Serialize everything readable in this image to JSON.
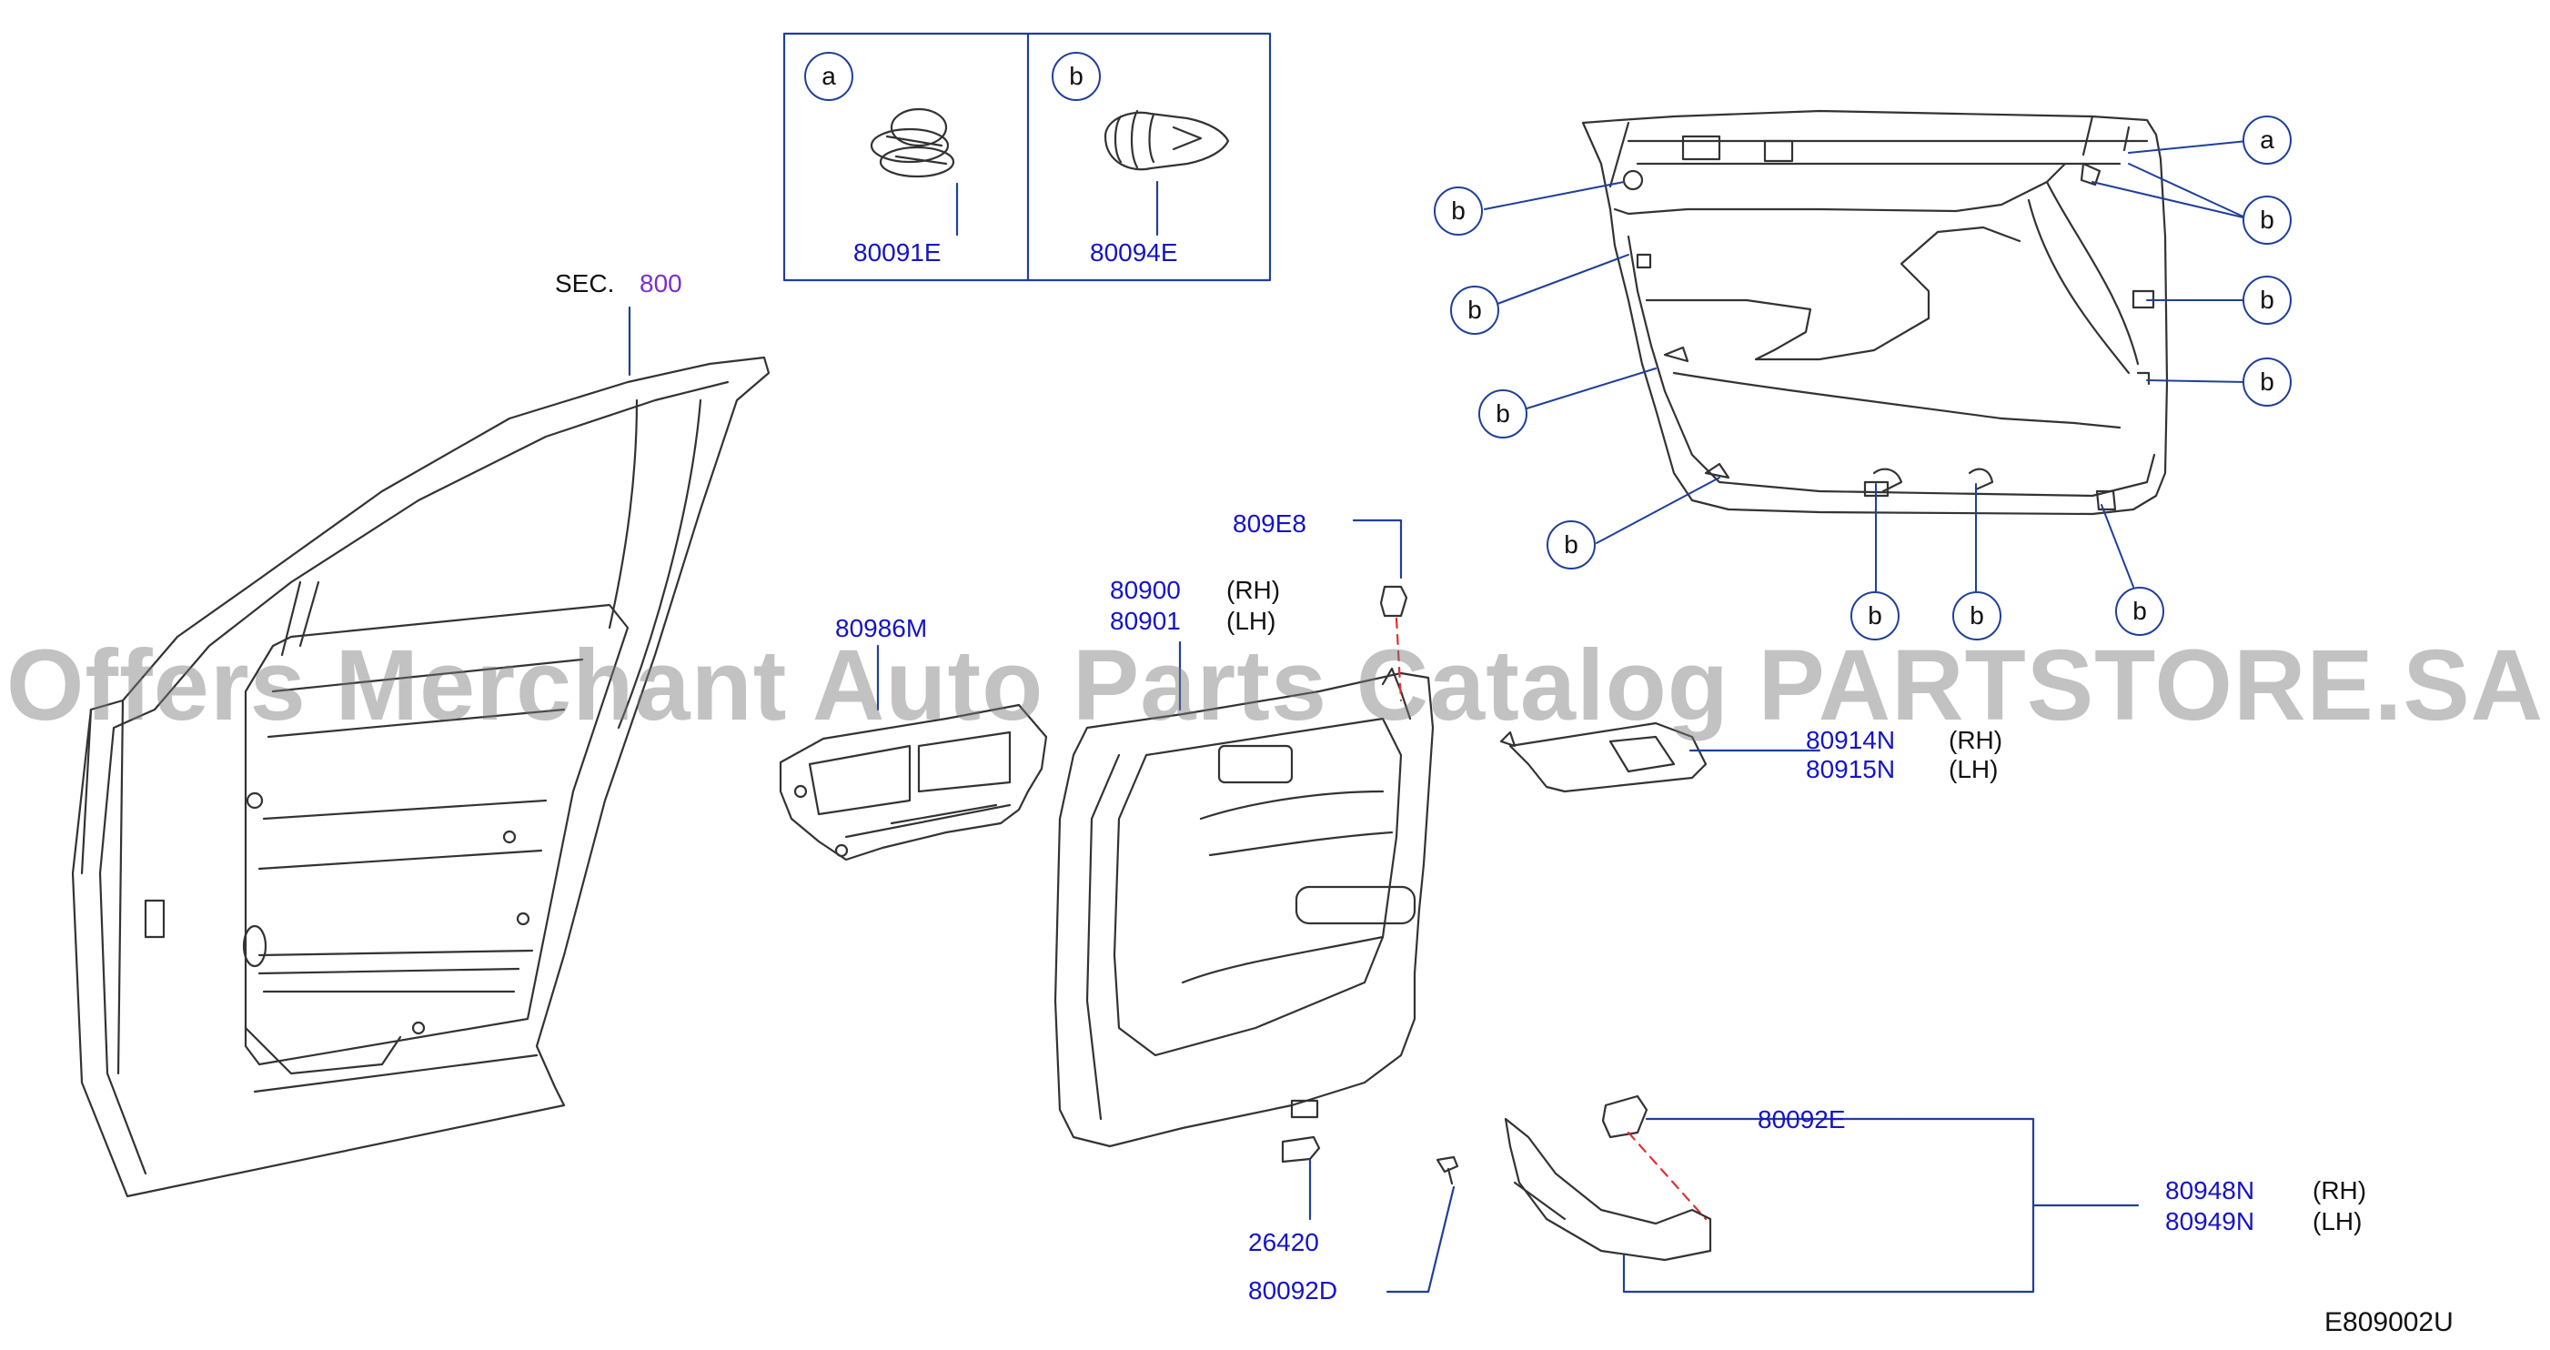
{
  "section": {
    "prefix": "SEC.",
    "number": "800"
  },
  "inset_clips": [
    {
      "letter": "a",
      "part": "80091E"
    },
    {
      "letter": "b",
      "part": "80094E"
    }
  ],
  "labels": {
    "p809E8": "809E8",
    "p80900": "80900",
    "p80901": "80901",
    "p80986M": "80986M",
    "p80914N": "80914N",
    "p80915N": "80915N",
    "p80092E": "80092E",
    "p80948N": "80948N",
    "p80949N": "80949N",
    "p26420": "26420",
    "p80092D": "80092D",
    "rh": "(RH)",
    "lh": "(LH)"
  },
  "callouts": {
    "a": "a",
    "b": "b"
  },
  "watermark": "Offers Merchant Auto Parts Catalog PARTSTORE.SA",
  "diagram_code": "E809002U",
  "colors": {
    "part_label": "#1414c8",
    "section": "#7a2fcf",
    "leader": "#1f3f9a",
    "line_art": "#333333",
    "clip_line": "#e03030"
  }
}
